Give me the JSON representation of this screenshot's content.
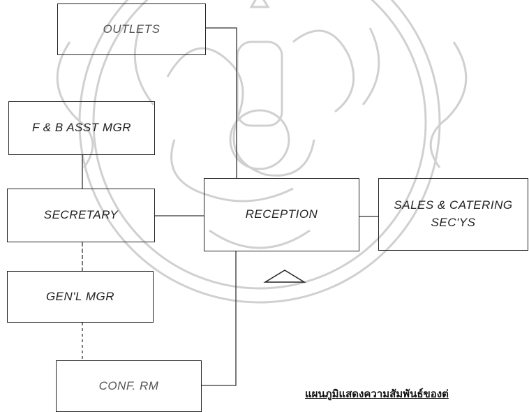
{
  "boxes": {
    "outlets": "OUTLETS",
    "fb_asst_mgr": "F & B ASST MGR",
    "secretary": "SECRETARY",
    "gen_mgr": "GEN'L MGR",
    "conf_rm": "CONF. RM",
    "reception": "RECEPTION",
    "sales_catering": "SALES & CATERING\nSEC'YS"
  },
  "caption": "แผนภูมิแสดงความสัมพันธ์ของต่",
  "colors": {
    "ink": "#222222",
    "watermark": "#c8c8c8"
  }
}
